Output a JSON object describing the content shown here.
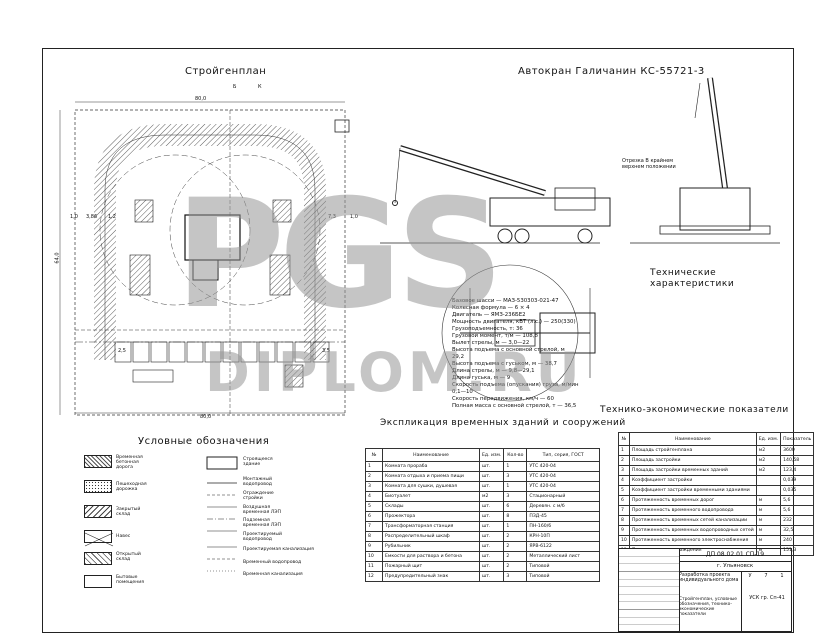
{
  "titles": {
    "site_plan": "Стройгенплан",
    "crane": "Автокран Галичанин КС-55721-3",
    "legend": "Условные обозначения",
    "specs": "Технические характеристики",
    "tep": "Технико-экономические показатели",
    "explication": "Экспликация временных зданий и сооружений"
  },
  "plan_dims": {
    "top": "80,0",
    "bottom": "80,0",
    "left": "64,0",
    "mark_b": "Б",
    "mark_k": "К",
    "col_1": "1,0",
    "col_2": "3,86",
    "col_3": "1,2",
    "col_4": "7,3",
    "col_5": "1,0",
    "stop_note": "2,5",
    "stop_a": "3,5"
  },
  "crane_note": "Отрезка В крайнем верхнем положении",
  "specs_lines": [
    "Базовое шасси — МАЗ-530303-021-47",
    "Колесная формула — 6 × 4",
    "Двигатель — ЯМЗ-236БЕ2",
    "Мощность двигателя, кВТ (л.с.) — 250(330)",
    "Грузоподъемность, т: 36",
    "Грузовой момент, т/м — 108,8",
    "Вылет стрелы, м — 3,0—22",
    "Высота подъема с основной стрелой, м",
    "29,2",
    "Высота подъема с гуськом, м — 38,7",
    "Длина стрелы, м — 9,8—29,1",
    "Длина гуська, м — 9",
    "Скорость подъема (опускания) груза, м/мин",
    "0,1—10",
    "Скорость передвижения, км/ч — 60",
    "Полная масса с основной стрелой, т — 36,5"
  ],
  "legend_items": [
    {
      "label": "Временная бетонная дорога"
    },
    {
      "label": "Пешеходная дорожка"
    },
    {
      "label": "Закрытый склад"
    },
    {
      "label": "Навес"
    },
    {
      "label": "Открытый склад"
    },
    {
      "label": "Бытовые помещения"
    }
  ],
  "legend_items_right": [
    {
      "label": "Строящееся здание"
    },
    {
      "label": "Монтажный водопровод"
    },
    {
      "label": "Ограждение стройки"
    },
    {
      "label": "Воздушная временная ЛЭП"
    },
    {
      "label": "Подземная временная ЛЭП"
    },
    {
      "label": "Проектируемый водопровод"
    },
    {
      "label": "Проектируемая канализация"
    },
    {
      "label": "Временный водопровод"
    },
    {
      "label": "Временная канализация"
    }
  ],
  "explication": {
    "headers": [
      "№",
      "Наименование",
      "Ед. изм.",
      "Кол-во",
      "Тип, серия, ГОСТ"
    ],
    "rows": [
      [
        "1",
        "Комната прораба",
        "шт.",
        "1",
        "УТС 420-04"
      ],
      [
        "2",
        "Комната отдыха и приема пищи",
        "шт.",
        "3",
        "УТС 420-04"
      ],
      [
        "3",
        "Комната для сушки, душевая",
        "шт.",
        "1",
        "УТС 420-04"
      ],
      [
        "4",
        "Биотуалет",
        "м2",
        "3",
        "Стационарный"
      ],
      [
        "5",
        "Склады",
        "шт.",
        "6",
        "Деревян. с м/б"
      ],
      [
        "6",
        "Прожектора",
        "шт.",
        "8",
        "ПЗД-45"
      ],
      [
        "7",
        "Трансформаторная станция",
        "шт.",
        "1",
        "ПН-160/6"
      ],
      [
        "8",
        "Распределительный шкаф",
        "шт.",
        "2",
        "КРН-10П"
      ],
      [
        "9",
        "Рубильник",
        "шт.",
        "2",
        "ЯРВ-6122"
      ],
      [
        "10",
        "Емкости для раствора и бетона",
        "шт.",
        "2",
        "Металлический лист"
      ],
      [
        "11",
        "Пожарный щит",
        "шт.",
        "2",
        "Типовой"
      ],
      [
        "12",
        "Предупредительный знак",
        "шт.",
        "3",
        "Типовой"
      ]
    ]
  },
  "tep": {
    "headers": [
      "№",
      "Наименование",
      "Ед. изм.",
      "Показатель"
    ],
    "rows": [
      [
        "1",
        "Площадь стройгенплана",
        "м2",
        "3600"
      ],
      [
        "2",
        "Площадь застройки",
        "м2",
        "140,58"
      ],
      [
        "3",
        "Площадь застройки временных зданий",
        "м2",
        "123,4"
      ],
      [
        "4",
        "Коэффициент застройки",
        "",
        "0,039"
      ],
      [
        "5",
        "Коэффициент застройки временными зданиями",
        "",
        "0,035"
      ],
      [
        "6",
        "Протяженность временных дорог",
        "м",
        "5,6"
      ],
      [
        "7",
        "Протяженность временного водопровода",
        "м",
        "5,6"
      ],
      [
        "8",
        "Протяженность временных сетей канализации",
        "м",
        "232"
      ],
      [
        "9",
        "Протяженность временных водопроводных сетей",
        "м",
        "32,5"
      ],
      [
        "10",
        "Протяженность временного электроснабжения",
        "м",
        "240"
      ],
      [
        "11",
        "Протяженность ограждения",
        "м",
        "151,3"
      ]
    ]
  },
  "stamp": {
    "code": "ДП 08.02.01 СП-19",
    "city": "г. Ульяновск",
    "desc": "Разработка проекта индивидуального дома",
    "sheet_info": "Стройгенплан, условные обозначения, технико-экономические показатели",
    "stage": "У",
    "sheet": "7",
    "sheets": "1",
    "org": "УСК гр. Сп-41"
  },
  "watermark": {
    "big": "PGS",
    "sub": "DIPLOM.RU"
  }
}
